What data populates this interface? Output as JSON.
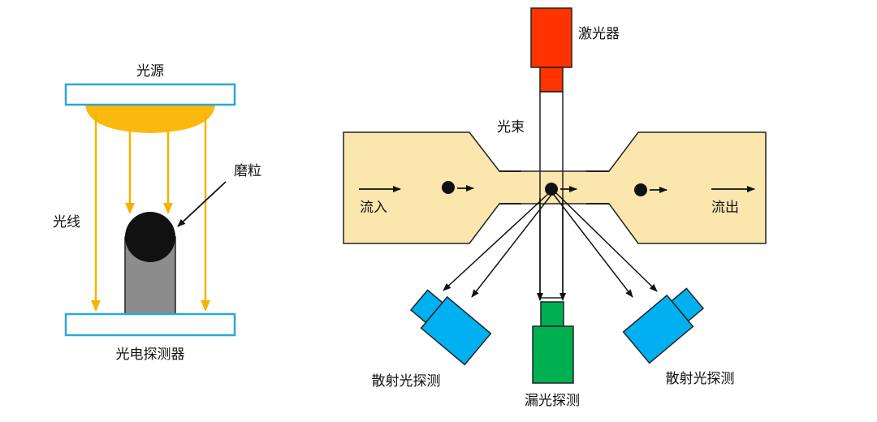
{
  "left_diagram": {
    "light_source_label": "光源",
    "light_rays_label": "光线",
    "particle_label": "磨粒",
    "photodetector_label": "光电探测器"
  },
  "right_diagram": {
    "laser_label": "激光器",
    "beam_label": "光束",
    "inflow_label": "流入",
    "outflow_label": "流出",
    "scatter_detector_left_label": "散射光探测",
    "leak_detector_label": "漏光探测",
    "scatter_detector_right_label": "散射光探测"
  },
  "colors": {
    "source_glow": "#fbb90f",
    "ray": "#f5b301",
    "plate_border": "#2ea6d6",
    "channel_fill": "#fbe6ad",
    "laser": "#ff3300",
    "scatter_detector": "#00b0f0",
    "leak_detector": "#00b050",
    "particle": "#111111",
    "shadow": "#8c8c8c"
  }
}
